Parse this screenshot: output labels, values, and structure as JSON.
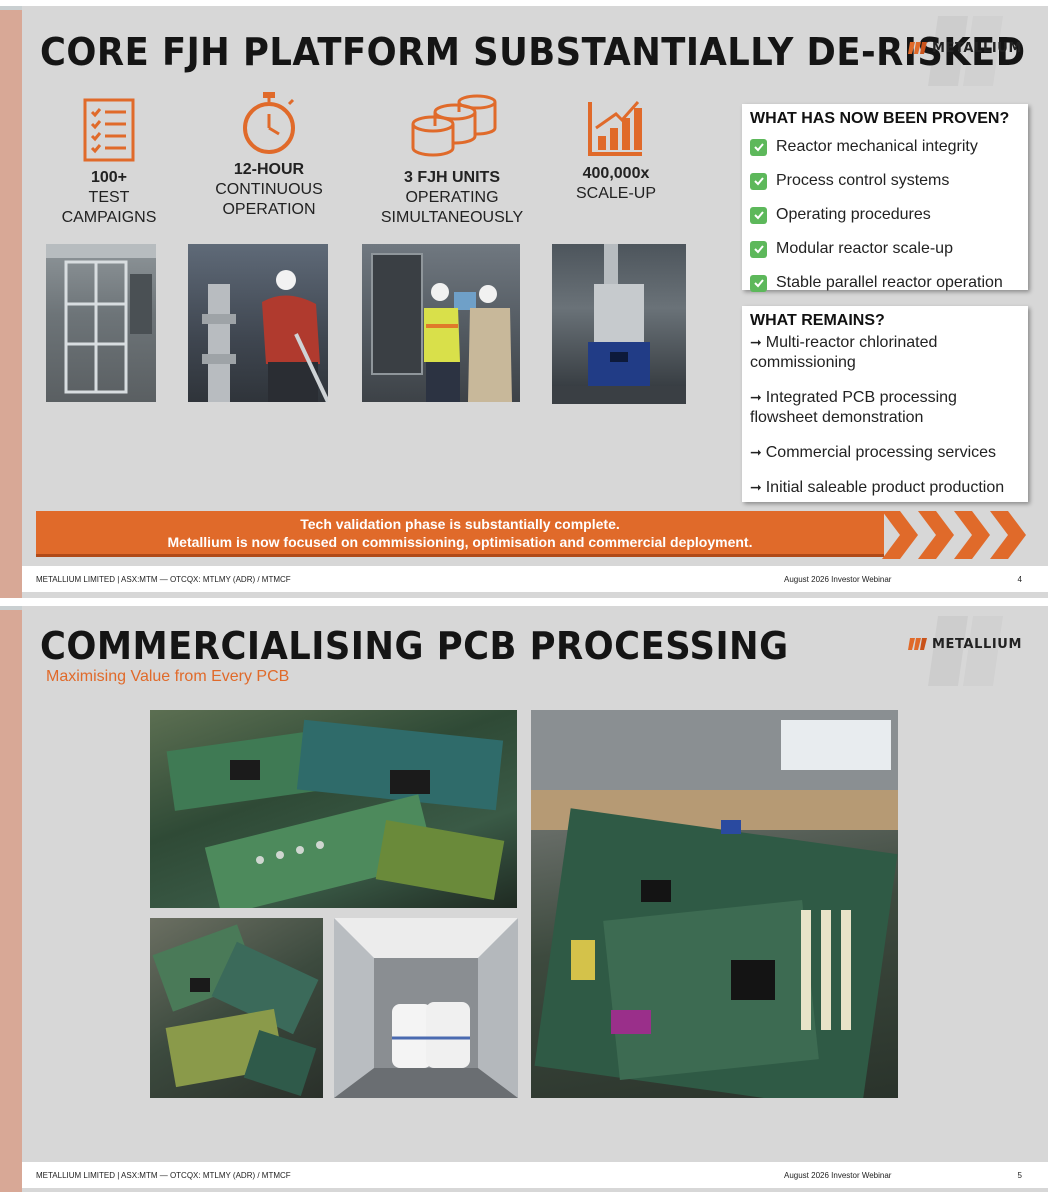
{
  "brand": {
    "name": "METALLIUM",
    "accent": "#e06a2a",
    "check_color": "#5db85b"
  },
  "slide1": {
    "title": "CORE FJH PLATFORM SUBSTANTIALLY DE-RISKED",
    "stats": [
      {
        "icon": "checklist-icon",
        "line1": "100+",
        "line2": "TEST CAMPAIGNS",
        "line3": ""
      },
      {
        "icon": "stopwatch-icon",
        "line1": "12-HOUR",
        "line2": "CONTINUOUS",
        "line3": "OPERATION"
      },
      {
        "icon": "stacked-units-icon",
        "line1": "3 FJH UNITS",
        "line2": "OPERATING",
        "line3": "SIMULTANEOUSLY"
      },
      {
        "icon": "growth-chart-icon",
        "line1": "400,000x",
        "line2": "SCALE-UP",
        "line3": ""
      }
    ],
    "proven": {
      "heading": "WHAT HAS NOW BEEN PROVEN?",
      "items": [
        "Reactor mechanical integrity",
        "Process control systems",
        "Operating procedures",
        "Modular reactor scale-up",
        "Stable parallel reactor operation"
      ]
    },
    "remains": {
      "heading": "WHAT REMAINS?",
      "arrow": "➞",
      "items": [
        "Multi-reactor chlorinated commissioning",
        "Integrated PCB processing flowsheet demonstration",
        "Commercial processing services",
        "Initial saleable product production"
      ]
    },
    "banner": {
      "line1": "Tech validation phase is substantially complete.",
      "line2": "Metallium is now focused on commissioning, optimisation and commercial deployment."
    },
    "footer": {
      "left": "METALLIUM LIMITED  |  ASX:MTM  — OTCQX: MTLMY (ADR) / MTMCF",
      "mid": "August 2026 Investor Webinar",
      "page": "4"
    }
  },
  "slide2": {
    "title": "COMMERCIALISING PCB PROCESSING",
    "subtitle": "Maximising Value from Every PCB",
    "footer": {
      "left": "METALLIUM LIMITED  |  ASX:MTM  — OTCQX: MTLMY (ADR) / MTMCF",
      "mid": "August 2026 Investor Webinar",
      "page": "5"
    }
  }
}
